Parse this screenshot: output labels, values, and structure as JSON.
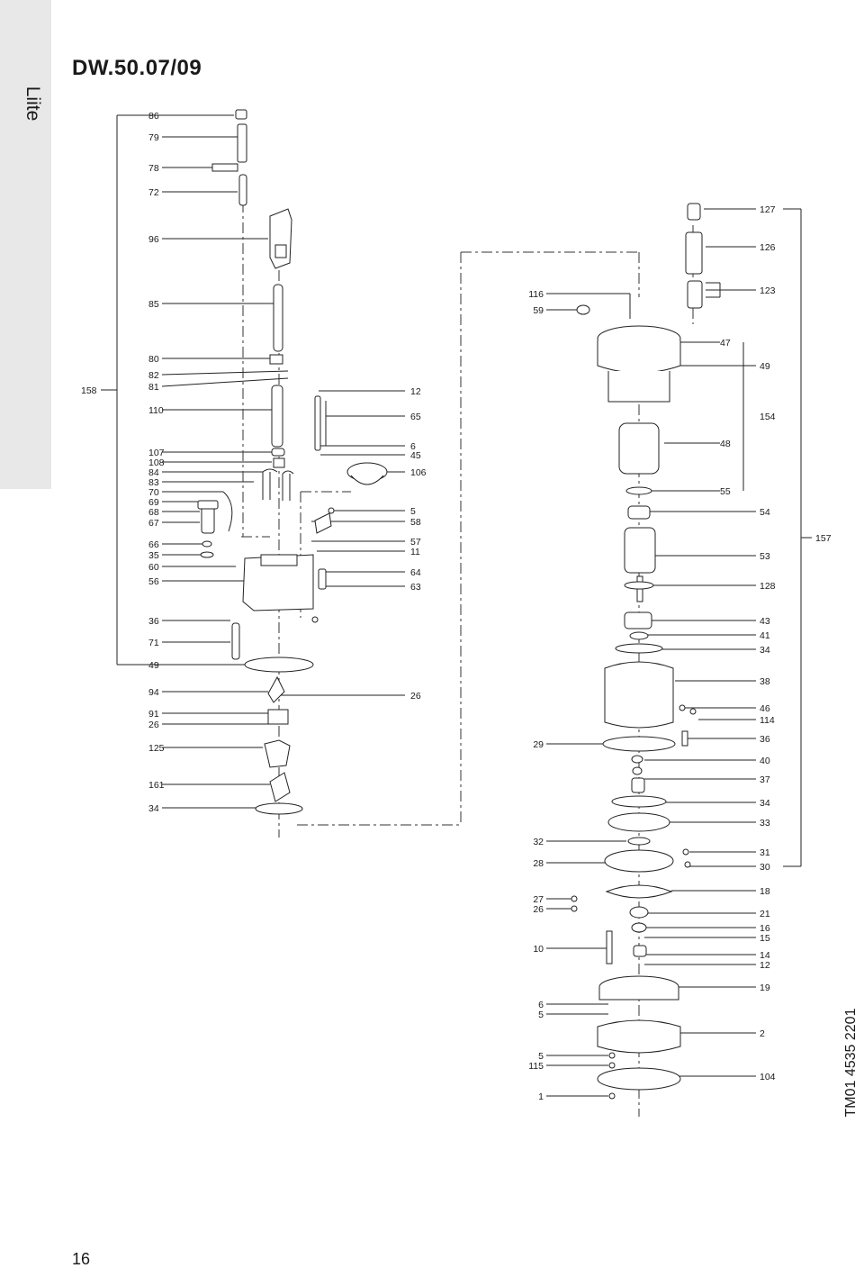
{
  "side_tab": {
    "label": "Liite"
  },
  "title": "DW.50.07/09",
  "page_number": "16",
  "drawing_ref": "TM01 4535 2201",
  "callouts": {
    "left": [
      "86",
      "79",
      "78",
      "72",
      "96",
      "85",
      "80",
      "82",
      "81",
      "158",
      "110",
      "107",
      "108",
      "84",
      "83",
      "70",
      "69",
      "68",
      "67",
      "66",
      "35",
      "60",
      "56",
      "36",
      "71",
      "49",
      "94",
      "91",
      "26",
      "125",
      "161",
      "34"
    ],
    "mid": [
      "12",
      "65",
      "6",
      "45",
      "106",
      "5",
      "58",
      "57",
      "11",
      "64",
      "63",
      "26"
    ],
    "center": [
      "116",
      "59",
      "29",
      "32",
      "28",
      "27",
      "26",
      "10",
      "6",
      "5",
      "5",
      "115",
      "1"
    ],
    "right": [
      "127",
      "126",
      "123",
      "47",
      "49",
      "154",
      "48",
      "55",
      "54",
      "157",
      "53",
      "128",
      "43",
      "41",
      "34",
      "38",
      "46",
      "114",
      "36",
      "40",
      "37",
      "34",
      "33",
      "31",
      "30",
      "18",
      "21",
      "16",
      "15",
      "14",
      "12",
      "19",
      "2",
      "104"
    ]
  }
}
